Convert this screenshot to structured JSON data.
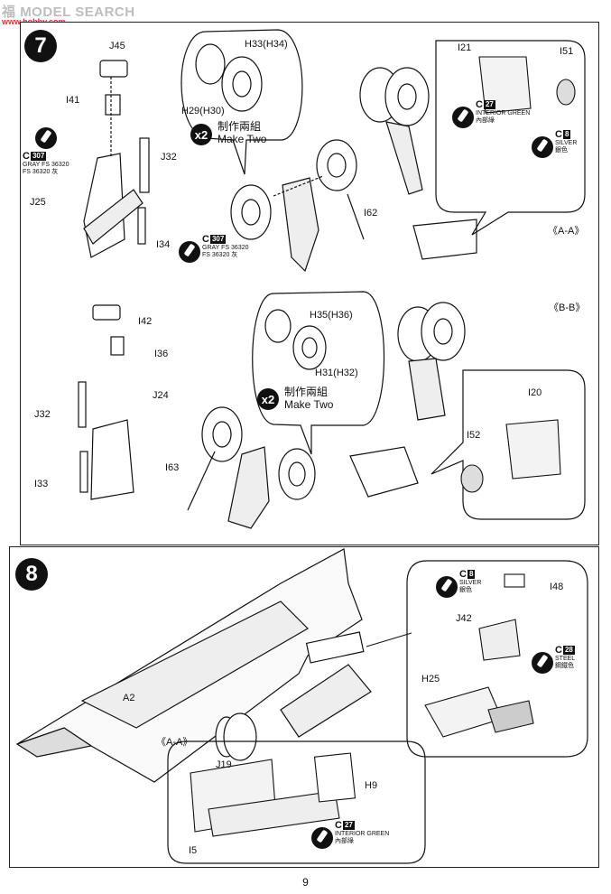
{
  "watermark": {
    "site": "MODEL SEARCH",
    "prefix": "福",
    "sub": "www.hobby.com"
  },
  "page_number": "9",
  "step7": {
    "number": "7",
    "labels": {
      "J45": "J45",
      "I41": "I41",
      "J32a": "J32",
      "J25": "J25",
      "I34": "I34",
      "H33": "H33(H34)",
      "H29": "H29(H30)",
      "I62": "I62",
      "I21": "I21",
      "I51": "I51",
      "AA": "《A-A》",
      "I42": "I42",
      "I36": "I36",
      "J24": "J24",
      "J32b": "J32",
      "I33": "I33",
      "H35": "H35(H36)",
      "H31": "H31(H32)",
      "I63": "I63",
      "BB": "《B-B》",
      "I20": "I20",
      "I52": "I52"
    },
    "make_two_a": {
      "x": "x2",
      "cn": "制作兩組",
      "en": "Make Two"
    },
    "make_two_b": {
      "x": "x2",
      "cn": "制作兩組",
      "en": "Make Two"
    },
    "paints": {
      "gray_left": {
        "code": "C",
        "num": "307",
        "l1": "GRAY FS 36320",
        "l2": "FS 36320 灰"
      },
      "gray_mid": {
        "code": "C",
        "num": "307",
        "l1": "GRAY FS 36320",
        "l2": "FS 36320 灰"
      },
      "green": {
        "code": "C",
        "num": "27",
        "l1": "INTERIOR GREEN",
        "l2": "內部綠"
      },
      "silver": {
        "code": "C",
        "num": "8",
        "l1": "SILVER",
        "l2": "銀色"
      }
    }
  },
  "step8": {
    "number": "8",
    "labels": {
      "I48": "I48",
      "J42": "J42",
      "H25": "H25",
      "A2": "A2",
      "AA": "《A-A》",
      "J19": "J19",
      "H9": "H9",
      "I5": "I5"
    },
    "paints": {
      "silver": {
        "code": "C",
        "num": "8",
        "l1": "SILVER",
        "l2": "銀色"
      },
      "steel": {
        "code": "C",
        "num": "28",
        "l1": "STEEL",
        "l2": "鋼鐵色"
      },
      "green": {
        "code": "C",
        "num": "27",
        "l1": "INTERIOR GREEN",
        "l2": "內部綠"
      }
    }
  }
}
